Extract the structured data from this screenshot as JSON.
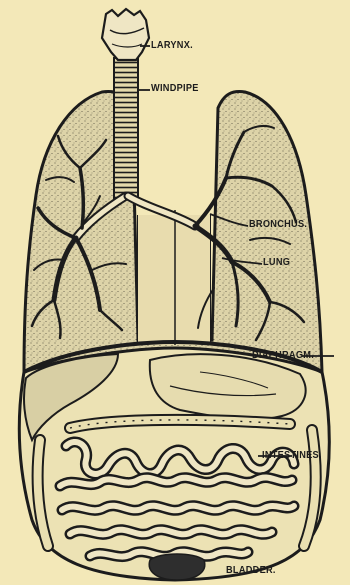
{
  "labels": {
    "larynx": "LARYNX.",
    "windpipe": "WINDPIPE",
    "bronchus": "BRONCHUS.",
    "lung": "LUNG",
    "diaphragm": "DIAPHRAGM.",
    "intestines": "INTESTINES.",
    "bladder": "BLADDER."
  },
  "colors": {
    "paper": "#f3e8b8",
    "ink": "#1c1c1c",
    "lung_fill": "#d9d0a7",
    "organ_fill": "#ece2b4",
    "dark_fill": "#2a2a2a"
  }
}
